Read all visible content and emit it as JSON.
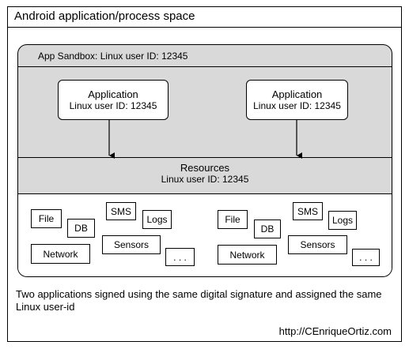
{
  "outer": {
    "title": "Android application/process space"
  },
  "sandbox": {
    "title": "App Sandbox: Linux user ID: 12345"
  },
  "apps": [
    {
      "title": "Application",
      "subtitle": "Linux user ID: 12345"
    },
    {
      "title": "Application",
      "subtitle": "Linux user ID: 12345"
    }
  ],
  "resources": {
    "title": "Resources",
    "subtitle": "Linux user ID: 12345"
  },
  "resource_groups": [
    {
      "file": "File",
      "db": "DB",
      "sms": "SMS",
      "logs": "Logs",
      "sensors": "Sensors",
      "network": "Network",
      "more": ". . ."
    },
    {
      "file": "File",
      "db": "DB",
      "sms": "SMS",
      "logs": "Logs",
      "sensors": "Sensors",
      "network": "Network",
      "more": ". . ."
    }
  ],
  "caption": "Two applications signed using the same digital signature and assigned the same Linux user-id",
  "credit": "http://CEnriqueOrtiz.com"
}
